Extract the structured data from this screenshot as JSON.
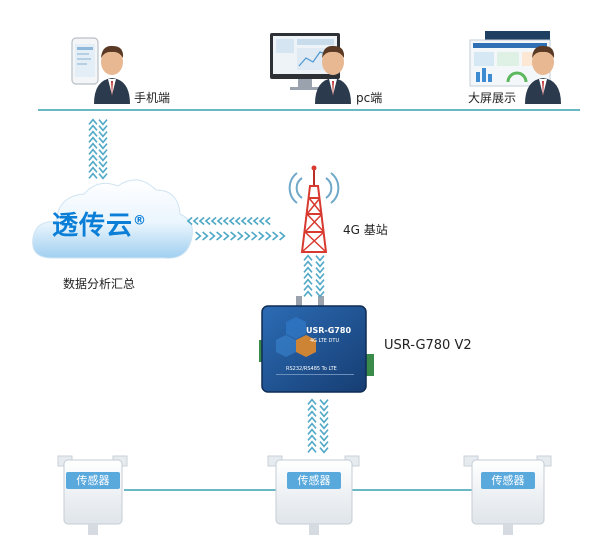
{
  "clients": {
    "mobile_label": "手机端",
    "pc_label": "pc端",
    "bigscreen_label": "大屏展示"
  },
  "cloud": {
    "title": "透传云",
    "reg_mark": "®",
    "caption": "数据分析汇总"
  },
  "base_station": {
    "label": "4G 基站"
  },
  "dtu": {
    "model_label": "USR-G780 V2",
    "face_title": "USR-G780",
    "face_sub": "4G LTE DTU",
    "face_bottom": "RS232/RS485 To LTE"
  },
  "sensors": [
    {
      "label": "传感器"
    },
    {
      "label": "传感器"
    },
    {
      "label": "传感器"
    }
  ],
  "colors": {
    "line": "#69b8c4",
    "chevron": "#4fa8c6",
    "cloud_text": "#0b7fd8",
    "tower": "#d83a30",
    "dtu_body": "#1d4f8c",
    "sensor_tab": "#5aa9dd"
  }
}
